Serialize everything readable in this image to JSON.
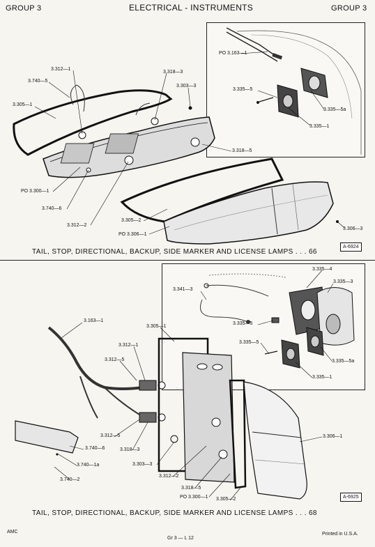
{
  "header": {
    "left": "GROUP 3",
    "center": "ELECTRICAL - INSTRUMENTS",
    "right": "GROUP 3"
  },
  "figure1": {
    "labels": {
      "l1": "PO 3.163—1",
      "l2": "3.335—5",
      "l3": "3.335—5a",
      "l4": "3.335—1",
      "l5": "3.312—1",
      "l6": "3.318—3",
      "l7": "3.740—5",
      "l8": "3.303—3",
      "l9": "3.305—1",
      "l10": "3.318—5",
      "l11": "PO 3.300—1",
      "l12": "3.740—6",
      "l13": "3.312—2",
      "l14": "3.305—2",
      "l15": "PO 3.306—1",
      "l16": "3.306—3"
    },
    "caption": "TAIL, STOP, DIRECTIONAL, BACKUP, SIDE MARKER AND LICENSE LAMPS . . . 66",
    "fig_id": "A-6924"
  },
  "figure2": {
    "labels": {
      "m1": "3.335—4",
      "m2": "3.335—3",
      "m3": "3.341—3",
      "m4": "3.335—5",
      "m5": "3.335—5",
      "m6": "3.335—5a",
      "m7": "3.335—1",
      "m8": "3.163—1",
      "m9": "3.305—1",
      "m10": "3.312—1",
      "m11": "3.312—5",
      "m12": "3.312—5",
      "m13": "3.318—3",
      "m14": "3.740—6",
      "m15": "3.740—1a",
      "m16": "3.740—2",
      "m17": "3.303—3",
      "m18": "3.312—2",
      "m19": "3.318—5",
      "m20": "PO 3.300—1",
      "m21": "3.305—2",
      "m22": "3.306—1"
    },
    "caption": "TAIL, STOP, DIRECTIONAL, BACKUP, SIDE MARKER AND LICENSE LAMPS . . . 68",
    "fig_id": "A-6925"
  },
  "footer": {
    "left": "AMC",
    "center": "Gr 3 — L 12",
    "right": "Printed in U.S.A."
  }
}
